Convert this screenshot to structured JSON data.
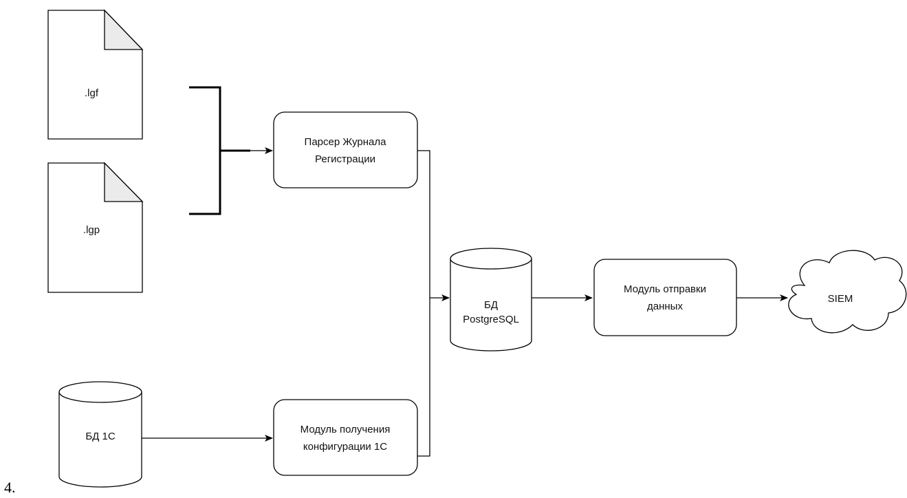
{
  "diagram": {
    "files": {
      "lgf": ".lgf",
      "lgp": ".lgp"
    },
    "parser": {
      "line1": "Парсер Журнала",
      "line2": "Регистрации"
    },
    "db1c": {
      "label": "БД 1С"
    },
    "config_module": {
      "line1": "Модуль получения",
      "line2": "конфигурации 1С"
    },
    "postgres": {
      "line1": "БД",
      "line2": "PostgreSQL"
    },
    "sender": {
      "line1": "Модуль отправки",
      "line2": "данных"
    },
    "siem": {
      "label": "SIEM"
    },
    "stroke_color": "#000000",
    "fill_color": "#ffffff"
  },
  "list_number": "4."
}
